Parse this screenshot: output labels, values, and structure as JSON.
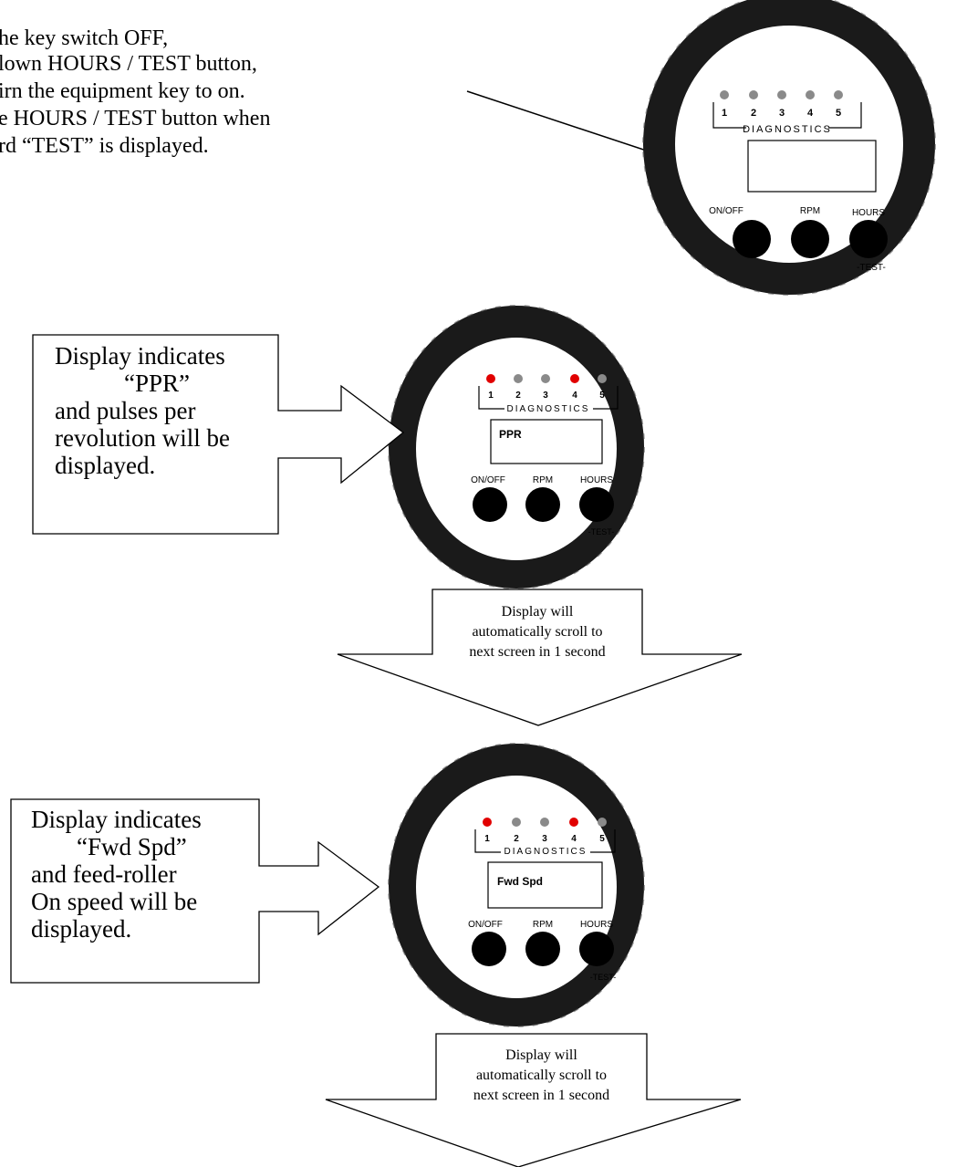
{
  "intro": {
    "lines": [
      "he key switch OFF,",
      "lown HOURS / TEST button,",
      "irn the equipment key to on.",
      "e HOURS / TEST button when",
      "rd “TEST” is displayed."
    ]
  },
  "gauge": {
    "led_numbers": [
      "1",
      "2",
      "3",
      "4",
      "5"
    ],
    "diagnostics_label": "DIAGNOSTICS",
    "button_labels": [
      "ON/OFF",
      "RPM",
      "HOURS"
    ],
    "test_label": "-TEST-",
    "colors": {
      "led_off": "#8a8a8a",
      "led_on": "#e10000",
      "bezel": "#1a1a1a"
    }
  },
  "gauge_top": {
    "display_text": ""
  },
  "gauge_ppr": {
    "display_text": "PPR"
  },
  "gauge_fwd": {
    "display_text": "Fwd Spd"
  },
  "callout_ppr": {
    "lines": [
      "Display indicates",
      "“PPR”",
      "and pulses per",
      "revolution will be",
      "displayed."
    ]
  },
  "callout_fwd": {
    "lines": [
      "Display indicates",
      "“Fwd Spd”",
      "and feed-roller",
      "On speed will be",
      "displayed."
    ]
  },
  "scroll_1": {
    "lines": [
      "Display will",
      "automatically scroll to",
      "next screen in 1 second"
    ]
  },
  "scroll_2": {
    "lines": [
      "Display will",
      "automatically scroll to",
      "next screen in 1 second"
    ]
  }
}
